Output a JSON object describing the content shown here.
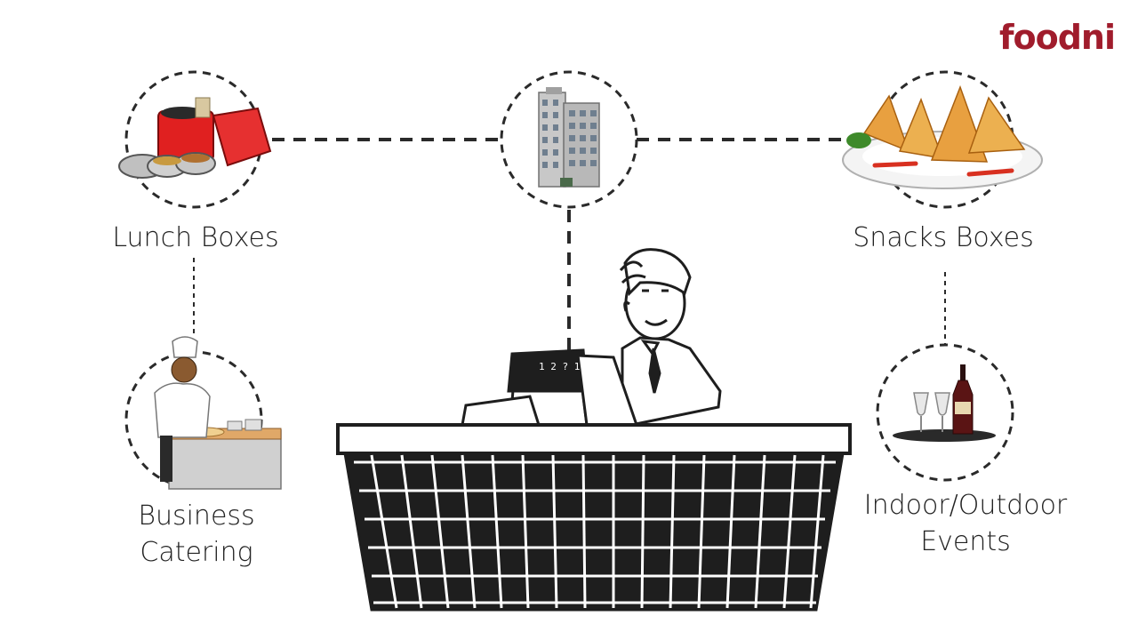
{
  "brand": {
    "logo_text": "foodni",
    "logo_color": "#a01c2c",
    "logo_accent_color": "#e0a000"
  },
  "hub": {
    "icon": "office-building-icon"
  },
  "services": [
    {
      "id": "lunch",
      "label": "Lunch Boxes",
      "icon": "lunch-box-icon"
    },
    {
      "id": "snacks",
      "label": "Snacks Boxes",
      "icon": "samosa-plate-icon"
    },
    {
      "id": "catering",
      "label_lines": [
        "Business",
        "Catering"
      ],
      "icon": "chef-icon"
    },
    {
      "id": "events",
      "label_lines": [
        "Indoor/Outdoor",
        "Events"
      ],
      "icon": "wine-tray-icon"
    }
  ],
  "counter": {
    "icon": "cashier-counter-icon",
    "register_display": "1 2  ? 1"
  },
  "colors": {
    "line": "#2a2a2a",
    "text": "#222222",
    "counter_fill": "#1e1e1e",
    "lunchbox_red": "#e02020",
    "samosa": "#e8a040"
  }
}
